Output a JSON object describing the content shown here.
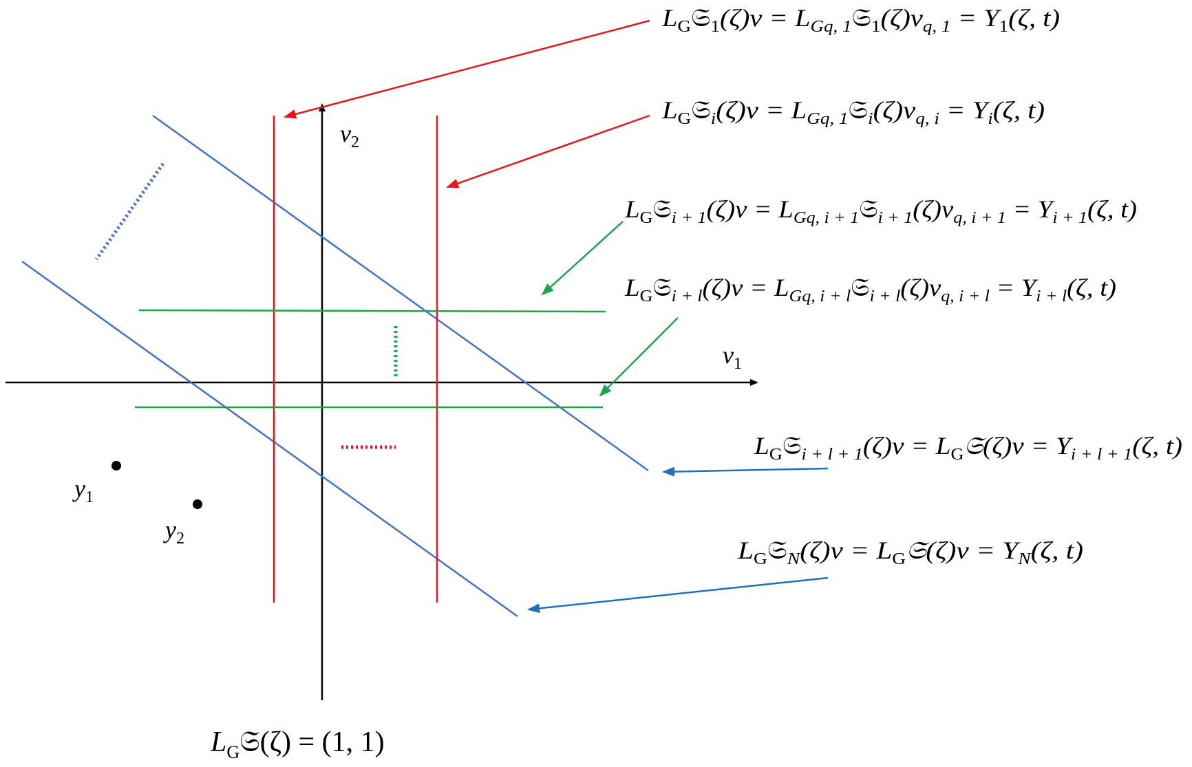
{
  "diagram": {
    "axes": {
      "x_label": "v",
      "x_sub": "1",
      "y_label": "v",
      "y_sub": "2"
    },
    "points": [
      {
        "label": "y",
        "sub": "1"
      },
      {
        "label": "y",
        "sub": "2"
      }
    ],
    "bottom_label": {
      "L": "L",
      "G": "G",
      "S": "𝔖",
      "rest": "(ζ) = (1, 1)"
    },
    "equations": {
      "eq1": {
        "a1": "L",
        "a2": "G",
        "a3": "𝔖",
        "a4": "1",
        "a5": "(ζ)v = L",
        "a6": "Gq, 1",
        "a7": "𝔖",
        "a8": "1",
        "a9": "(ζ)v",
        "a10": "q, 1",
        "a11": " = Y",
        "a12": "1",
        "a13": "(ζ, t)"
      },
      "eqi": {
        "a1": "L",
        "a2": "G",
        "a3": "𝔖",
        "a4": "i",
        "a5": "(ζ)v = L",
        "a6": "Gq, 1",
        "a7": "𝔖",
        "a8": "i",
        "a9": "(ζ)v",
        "a10": "q, i",
        "a11": " = Y",
        "a12": "i",
        "a13": "(ζ, t)"
      },
      "eqi1": {
        "a1": "L",
        "a2": "G",
        "a3": "𝔖",
        "a4": "i + 1",
        "a5": "(ζ)v = L",
        "a6": "Gq, i + 1",
        "a7": "𝔖",
        "a8": "i + 1",
        "a9": "(ζ)v",
        "a10": "q, i + 1",
        "a11": " = Y",
        "a12": "i + 1",
        "a13": "(ζ, t)"
      },
      "eqil": {
        "a1": "L",
        "a2": "G",
        "a3": "𝔖",
        "a4": "i + l",
        "a5": "(ζ)v = L",
        "a6": "Gq, i + l",
        "a7": "𝔖",
        "a8": "i + l",
        "a9": "(ζ)v",
        "a10": "q, i + l",
        "a11": " = Y",
        "a12": "i + l",
        "a13": "(ζ, t)"
      },
      "eqil1": {
        "a1": "L",
        "a2": "G",
        "a3": "𝔖",
        "a4": "i + l + 1",
        "a5": "(ζ)v = L",
        "a6": "G",
        "a7": "𝔖(ζ)v = Y",
        "a8": "i + l + 1",
        "a9": "(ζ, t)"
      },
      "eqN": {
        "a1": "L",
        "a2": "G",
        "a3": "𝔖",
        "a4": "N",
        "a5": "(ζ)v = L",
        "a6": "G",
        "a7": "𝔖(ζ)v = Y",
        "a8": "N",
        "a9": "(ζ, t)"
      }
    },
    "colors": {
      "red": "#e8161c",
      "green": "#1aa54a",
      "blue_line": "#4472c4",
      "blue_arrow": "#1f6fbf",
      "axis": "#000000"
    }
  }
}
